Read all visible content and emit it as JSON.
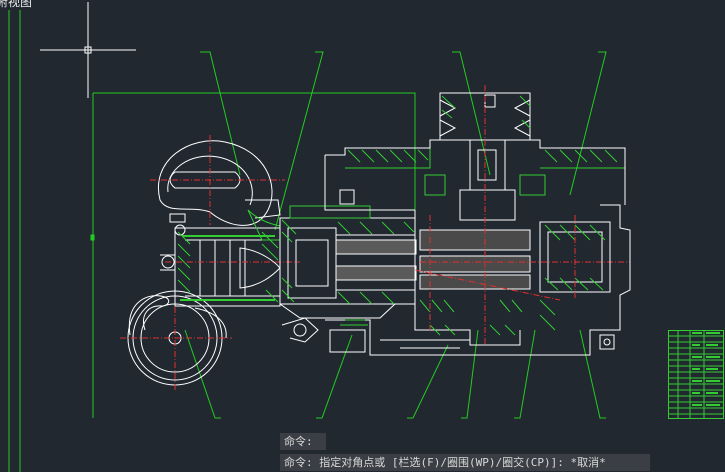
{
  "viewport": {
    "label": "俯视图"
  },
  "command_line": {
    "history": "命令:",
    "prompt": "命令: 指定对角点或 [栏选(F)/圈围(WP)/圈交(CP)]: *取消*"
  },
  "colors": {
    "background": "#212830",
    "outline": "#ffffff",
    "leader": "#22cc22",
    "hatch": "#33cc33",
    "centerline": "#e03030",
    "command_bg": "#3b3f45"
  },
  "icons": {
    "crosshair": "crosshair-cursor-icon"
  }
}
